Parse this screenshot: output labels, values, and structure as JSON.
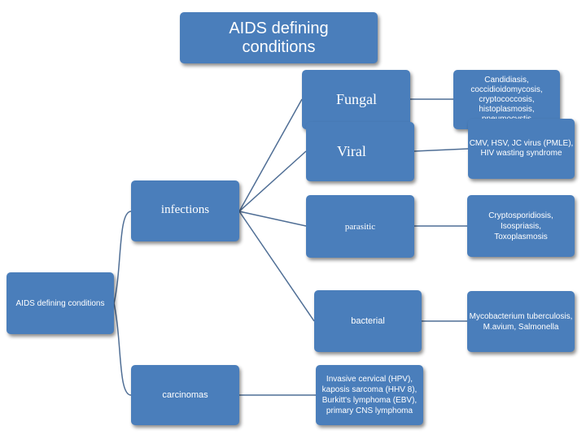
{
  "title": "AIDS defining conditions",
  "root": "AIDS defining conditions",
  "categories": {
    "infections": "infections",
    "carcinomas": "carcinomas"
  },
  "infection_types": {
    "fungal": "Fungal",
    "viral": "Viral",
    "parasitic": "parasitic",
    "bacterial": "bacterial"
  },
  "details": {
    "fungal": [
      "Candidiasis,",
      "coccidioidomycosis,",
      "cryptococcosis,",
      "histoplasmosis, pneumocystis"
    ],
    "viral": [
      "CMV, HSV, JC virus (PMLE),",
      "HIV wasting syndrome"
    ],
    "parasitic": [
      "Cryptosporidiosis, Isospriasis,",
      "Toxoplasmosis"
    ],
    "bacterial": [
      "Mycobacterium tuberculosis,",
      "M.avium, Salmonella"
    ],
    "carcinomas": [
      "Invasive cervical  (HPV),",
      "kaposis sarcoma (HHV 8),",
      "Burkitt's lymphoma (EBV),",
      "primary CNS lymphoma"
    ]
  },
  "colors": {
    "box_fill": "#4a7ebb",
    "box_text": "#ffffff",
    "connector": "#4f6e95"
  }
}
